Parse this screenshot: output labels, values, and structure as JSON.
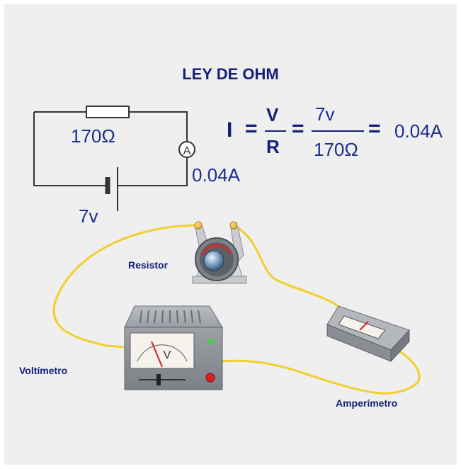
{
  "title": "LEY DE OHM",
  "circuit": {
    "resistance": "170Ω",
    "voltage": "7v",
    "current": "0.04A",
    "ammeter_symbol": "A"
  },
  "formula": {
    "current": "I",
    "equals": "=",
    "voltage": "V",
    "resistance": "R",
    "numerator": "7v",
    "denominator": "170Ω",
    "result": "0.04A"
  },
  "labels": {
    "resistor": "Resistor",
    "voltmeter": "Voltímetro",
    "ammeter": "Amperímetro",
    "voltmeter_dial": "V"
  },
  "colors": {
    "panel": "#efefef",
    "text_blue": "#1a2f8c",
    "wire": "#f2cf2a",
    "device_gray": "#8b8f95",
    "led_green": "#3cd33c",
    "led_red": "#e02020"
  }
}
